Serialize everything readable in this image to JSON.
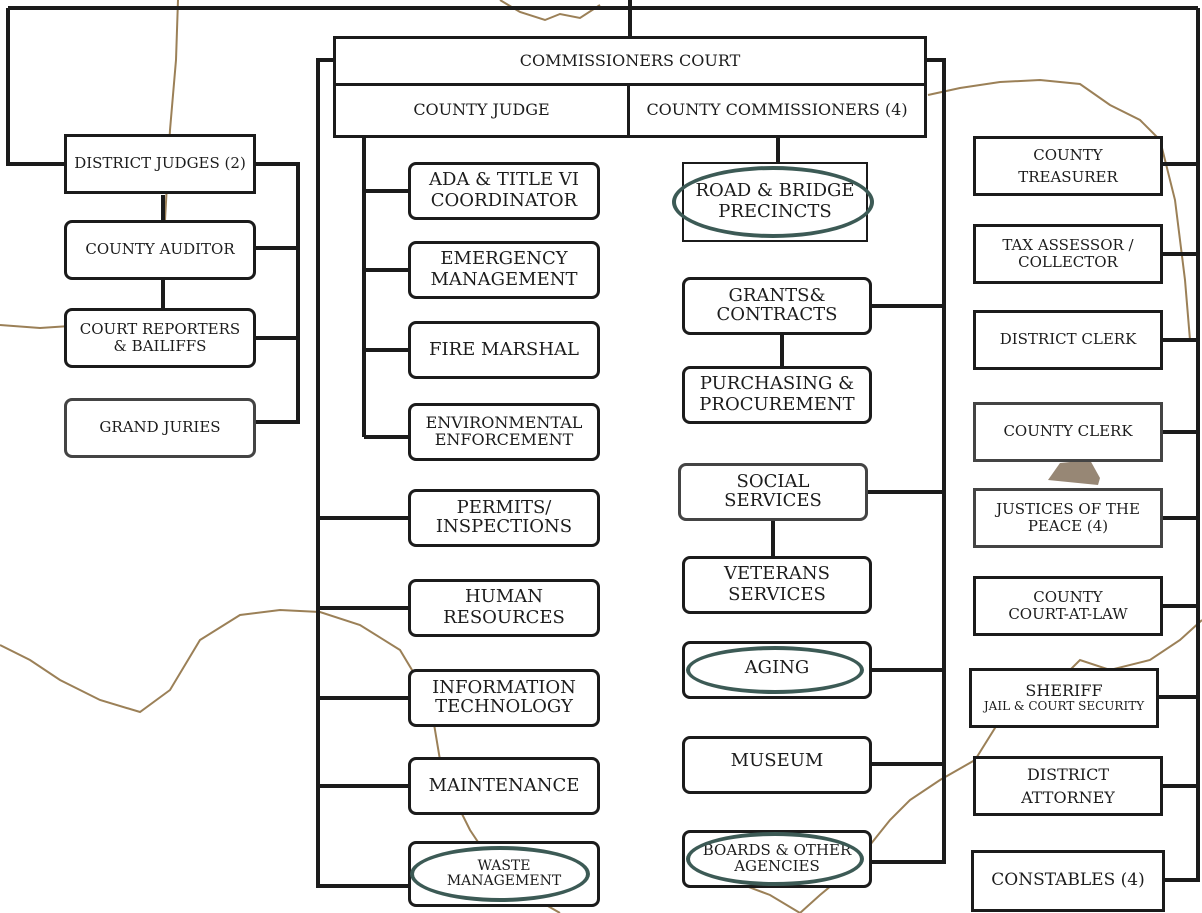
{
  "court": {
    "commissioners_court": "COMMISSIONERS COURT",
    "county_judge": "COUNTY JUDGE",
    "county_commissioners": "COUNTY COMMISSIONERS  (4)"
  },
  "left": {
    "district_judges": "DISTRICT JUDGES (2)",
    "county_auditor": "COUNTY AUDITOR",
    "court_reporters": "COURT REPORTERS\n& BAILIFFS",
    "grand_juries": "GRAND JURIES"
  },
  "judge_column": {
    "ada": "ADA & TITLE VI\nCOORDINATOR",
    "emergency": "EMERGENCY\nMANAGEMENT",
    "fire_marshal": "FIRE MARSHAL",
    "environmental": "ENVIRONMENTAL\nENFORCEMENT",
    "permits": "PERMITS/\nINSPECTIONS",
    "human_resources": "HUMAN\nRESOURCES",
    "it": "INFORMATION\nTECHNOLOGY",
    "maintenance": "MAINTENANCE",
    "waste": "WASTE\nMANAGEMENT"
  },
  "commissioner_column": {
    "road_bridge": "ROAD & BRIDGE\nPRECINCTS",
    "grants": "GRANTS&\nCONTRACTS",
    "purchasing": "PURCHASING &\nPROCUREMENT",
    "social": "SOCIAL\nSERVICES",
    "veterans": "VETERANS\nSERVICES",
    "aging": "AGING",
    "museum": "MUSEUM",
    "boards": "BOARDS & OTHER\nAGENCIES"
  },
  "right": {
    "treasurer": "COUNTY\nTREASURER",
    "tax_assessor": "TAX ASSESSOR  /\nCOLLECTOR",
    "district_clerk": "DISTRICT CLERK",
    "county_clerk": "COUNTY CLERK",
    "justices": "JUSTICES OF THE\nPEACE (4)",
    "court_at_law": "COUNTY\nCOURT-AT-LAW",
    "sheriff": "SHERIFF",
    "sheriff_sub": "JAIL & COURT SECURITY",
    "district_attorney": "DISTRICT\nATTORNEY",
    "constables": "CONSTABLES (4)"
  },
  "colors": {
    "lines": "#1b1b1b",
    "highlight_ellipse": "#3c5a55",
    "map_outline": "#8a6a3a",
    "map_fill_patch": "#8c7a66"
  }
}
